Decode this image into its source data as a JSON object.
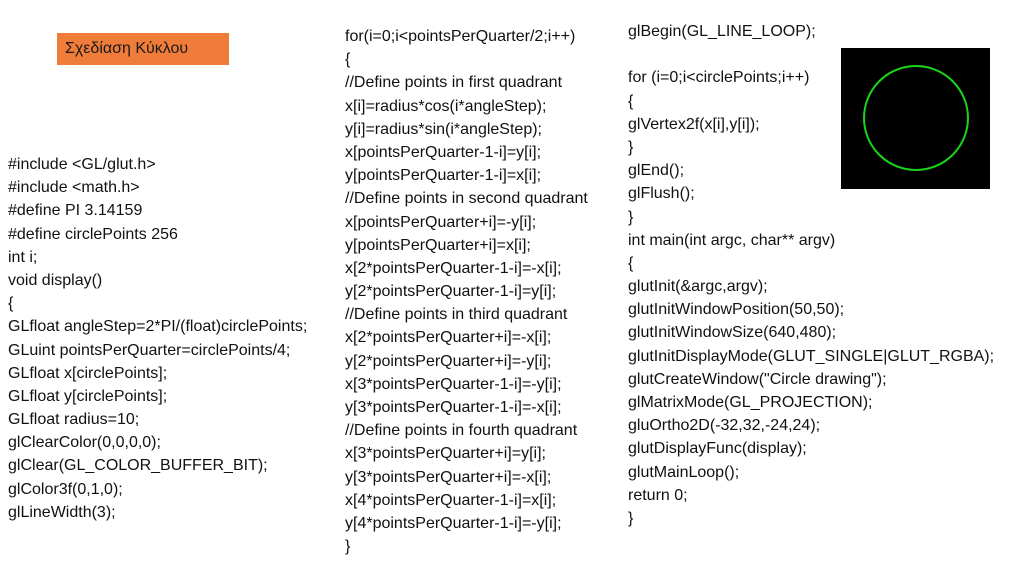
{
  "title": "Σχεδίαση Κύκλου",
  "colors": {
    "title_bg": "#f07c3a",
    "preview_bg": "#000000",
    "circle": "#19d419"
  },
  "columns": [
    [
      "#include <GL/glut.h>",
      "#include <math.h>",
      "#define PI 3.14159",
      "#define circlePoints 256",
      "int i;",
      "void display()",
      "{",
      "GLfloat angleStep=2*PI/(float)circlePoints;",
      "GLuint pointsPerQuarter=circlePoints/4;",
      "GLfloat x[circlePoints];",
      "GLfloat y[circlePoints];",
      "GLfloat radius=10;",
      "glClearColor(0,0,0,0);",
      "glClear(GL_COLOR_BUFFER_BIT);",
      "glColor3f(0,1,0);",
      "glLineWidth(3);"
    ],
    [
      "for(i=0;i<pointsPerQuarter/2;i++)",
      "{",
      "//Define points in first quadrant",
      "x[i]=radius*cos(i*angleStep);",
      "y[i]=radius*sin(i*angleStep);",
      "x[pointsPerQuarter-1-i]=y[i];",
      "y[pointsPerQuarter-1-i]=x[i];",
      "//Define points in second quadrant",
      "x[pointsPerQuarter+i]=-y[i];",
      "y[pointsPerQuarter+i]=x[i];",
      "x[2*pointsPerQuarter-1-i]=-x[i];",
      "y[2*pointsPerQuarter-1-i]=y[i];",
      "//Define points in third quadrant",
      "x[2*pointsPerQuarter+i]=-x[i];",
      "y[2*pointsPerQuarter+i]=-y[i];",
      "x[3*pointsPerQuarter-1-i]=-y[i];",
      "y[3*pointsPerQuarter-1-i]=-x[i];",
      "//Define points in fourth quadrant",
      "x[3*pointsPerQuarter+i]=y[i];",
      "y[3*pointsPerQuarter+i]=-x[i];",
      "x[4*pointsPerQuarter-1-i]=x[i];",
      "y[4*pointsPerQuarter-1-i]=-y[i];",
      "}"
    ],
    [
      "glBegin(GL_LINE_LOOP);",
      "",
      "for (i=0;i<circlePoints;i++)",
      "{",
      "glVertex2f(x[i],y[i]);",
      "}",
      "glEnd();",
      "glFlush();",
      "}",
      "int main(int argc, char** argv)",
      "{",
      "glutInit(&argc,argv);",
      "glutInitWindowPosition(50,50);",
      "glutInitWindowSize(640,480);",
      "glutInitDisplayMode(GLUT_SINGLE|GLUT_RGBA);",
      "glutCreateWindow(\"Circle drawing\");",
      "glMatrixMode(GL_PROJECTION);",
      "gluOrtho2D(-32,32,-24,24);",
      "glutDisplayFunc(display);",
      "glutMainLoop();",
      "return 0;",
      "}"
    ]
  ]
}
